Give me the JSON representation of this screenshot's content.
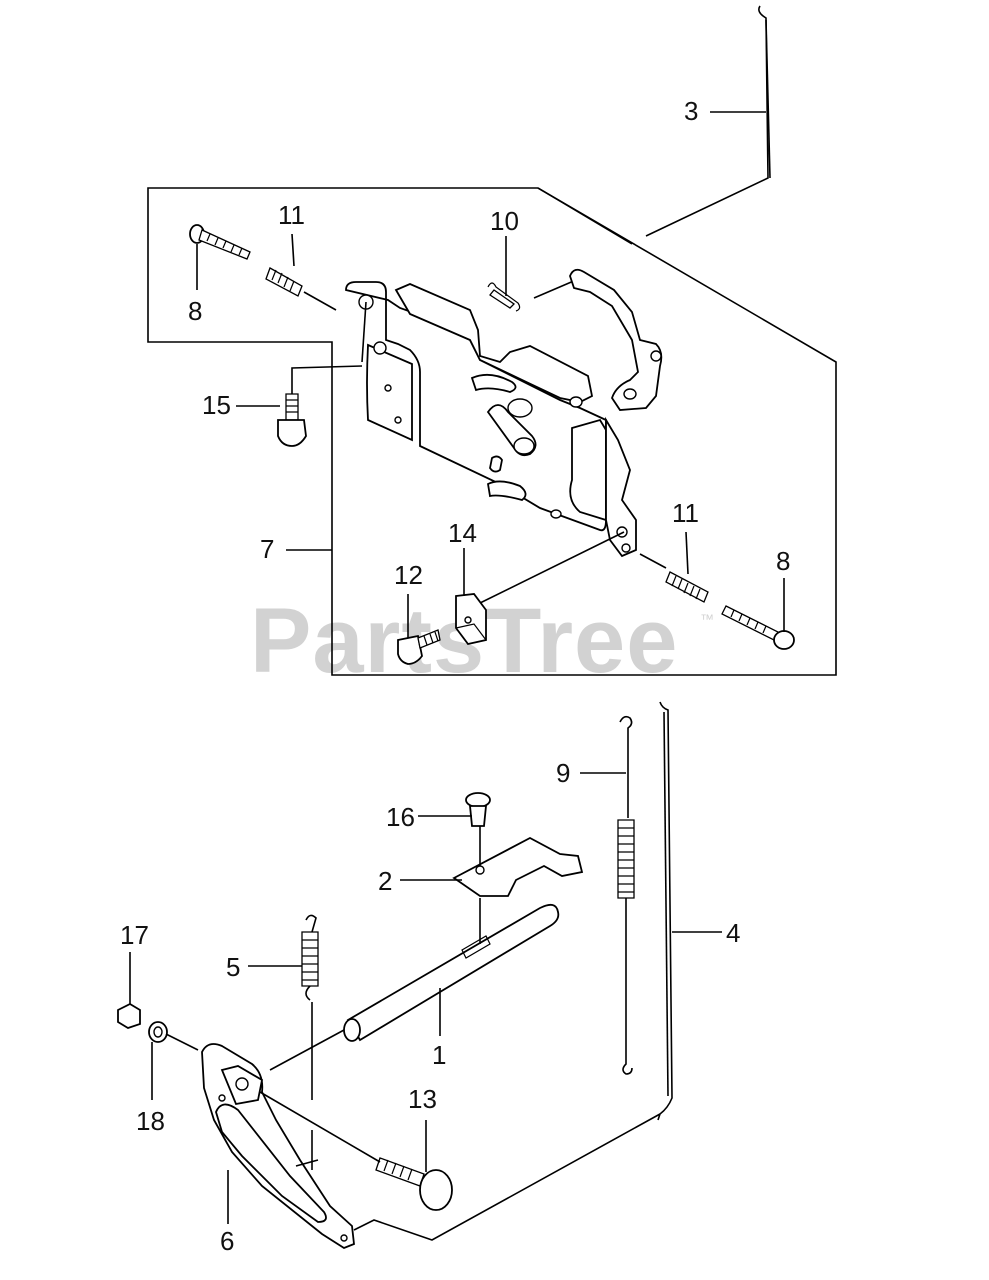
{
  "watermark": {
    "text": "PartsTree",
    "trademark": "™"
  },
  "callouts": [
    {
      "id": "c3",
      "text": "3"
    },
    {
      "id": "c11a",
      "text": "11"
    },
    {
      "id": "c10",
      "text": "10"
    },
    {
      "id": "c8a",
      "text": "8"
    },
    {
      "id": "c15",
      "text": "15"
    },
    {
      "id": "c7",
      "text": "7"
    },
    {
      "id": "c14",
      "text": "14"
    },
    {
      "id": "c11b",
      "text": "11"
    },
    {
      "id": "c8b",
      "text": "8"
    },
    {
      "id": "c12",
      "text": "12"
    },
    {
      "id": "c9",
      "text": "9"
    },
    {
      "id": "c16",
      "text": "16"
    },
    {
      "id": "c2",
      "text": "2"
    },
    {
      "id": "c4",
      "text": "4"
    },
    {
      "id": "c17",
      "text": "17"
    },
    {
      "id": "c5",
      "text": "5"
    },
    {
      "id": "c1",
      "text": "1"
    },
    {
      "id": "c18",
      "text": "18"
    },
    {
      "id": "c13",
      "text": "13"
    },
    {
      "id": "c6",
      "text": "6"
    }
  ]
}
